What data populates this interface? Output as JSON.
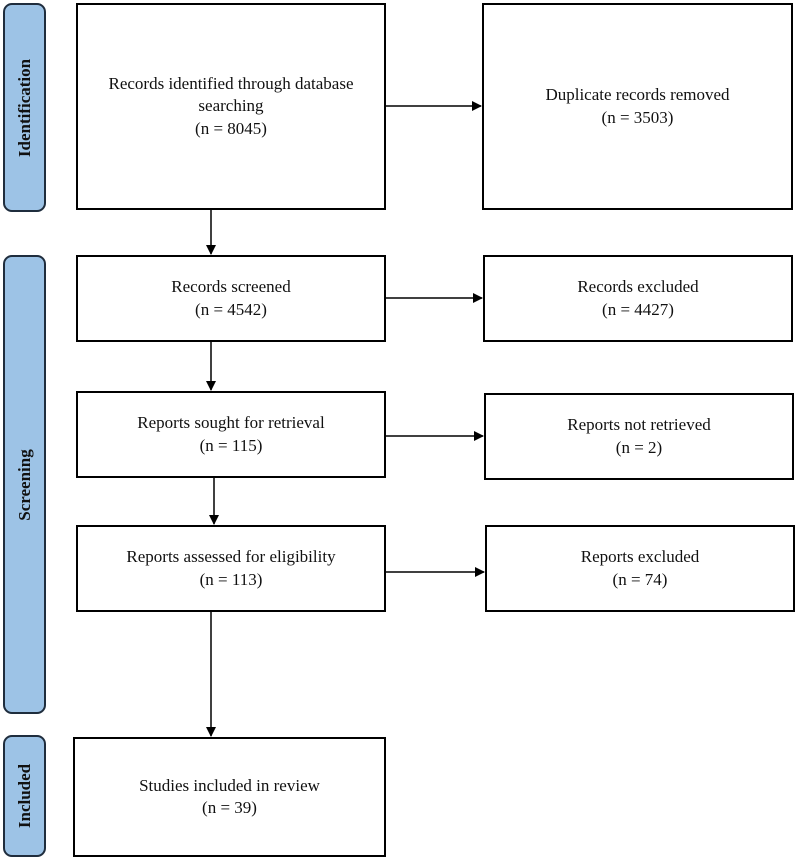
{
  "phases": {
    "identification": "Identification",
    "screening": "Screening",
    "included": "Included"
  },
  "boxes": {
    "identified": {
      "title": "Records identified through database searching",
      "count": "(n = 8045)"
    },
    "duplicates": {
      "title": "Duplicate records removed",
      "count": "(n = 3503)"
    },
    "screened": {
      "title": "Records screened",
      "count": "(n = 4542)"
    },
    "excluded": {
      "title": "Records excluded",
      "count": "(n = 4427)"
    },
    "sought": {
      "title": "Reports sought for retrieval",
      "count": "(n = 115)"
    },
    "not_retrieved": {
      "title": "Reports not retrieved",
      "count": "(n = 2)"
    },
    "assessed": {
      "title": "Reports assessed for eligibility",
      "count": "(n = 113)"
    },
    "reports_excluded": {
      "title": "Reports excluded",
      "count": "(n = 74)"
    },
    "included": {
      "title": "Studies included in review",
      "count": "(n = 39)"
    }
  }
}
